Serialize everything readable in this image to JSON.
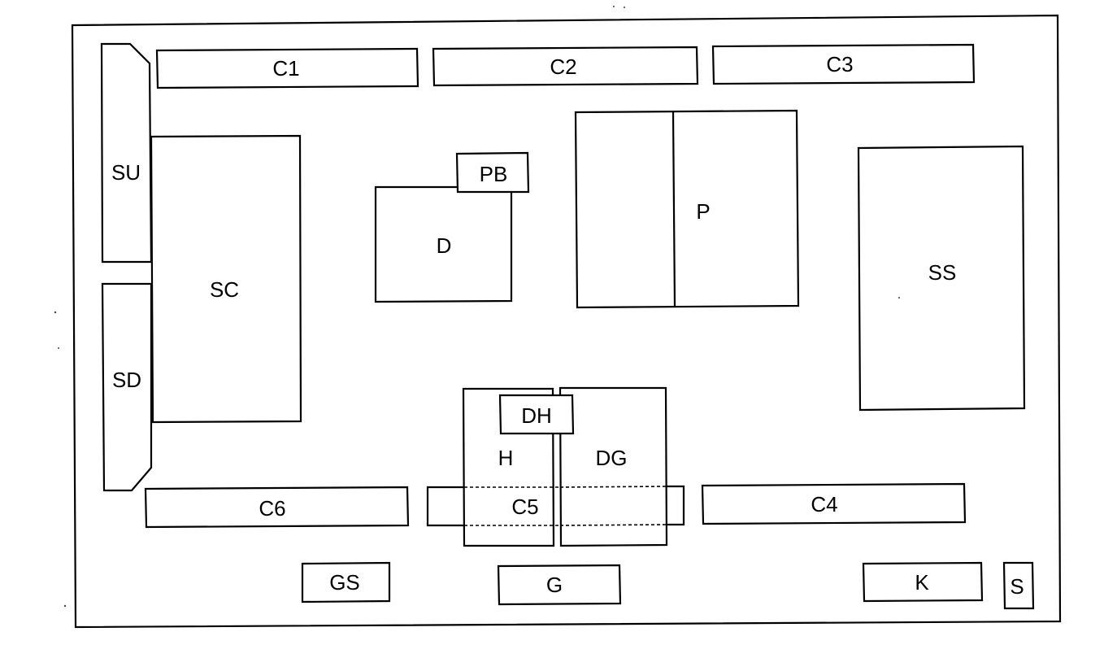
{
  "labels": {
    "c1": "C1",
    "c2": "C2",
    "c3": "C3",
    "su": "SU",
    "sd": "SD",
    "sc": "SC",
    "pb": "PB",
    "d": "D",
    "p": "P",
    "ss": "SS",
    "dh": "DH",
    "h": "H",
    "dg": "DG",
    "c6": "C6",
    "c5": "C5",
    "c4": "C4",
    "gs": "GS",
    "g": "G",
    "k": "K",
    "s": "S"
  }
}
